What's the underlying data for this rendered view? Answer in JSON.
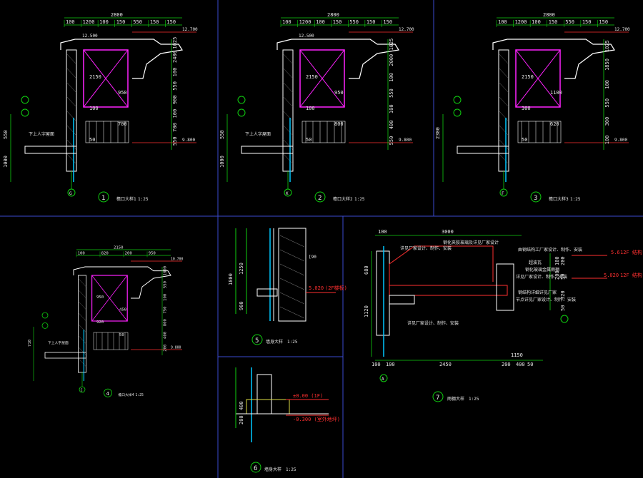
{
  "colors": {
    "background": "#000000",
    "frame": "#3a4ad0",
    "wall": "#ffffff",
    "window": "#ff22ff",
    "dim": "#10d010",
    "level": "#ff3030",
    "glass": "#00c8ff",
    "detail": "#dddd44"
  },
  "details": [
    {
      "no": "1",
      "caption": "檐口大样1",
      "scale": "1:25",
      "axis": "G",
      "top_dims": [
        "100",
        "1200",
        "100",
        "150",
        "550",
        "150",
        "150"
      ],
      "overall": "2800",
      "levels": [
        "12.700",
        "9.800",
        "12.500"
      ],
      "inner": [
        "2150",
        "950",
        "100",
        "700",
        "50"
      ],
      "right_dims": [
        "1025",
        "2400",
        "100",
        "550",
        "900",
        "100",
        "700",
        "550"
      ],
      "left_dims": [
        "550",
        "1000"
      ],
      "note": "下上人字屋面"
    },
    {
      "no": "2",
      "caption": "檐口大样2",
      "scale": "1:25",
      "axis": "K",
      "top_dims": [
        "100",
        "1200",
        "100",
        "150",
        "550",
        "150",
        "150"
      ],
      "overall": "2800",
      "levels": [
        "12.700",
        "9.800",
        "12.500"
      ],
      "inner": [
        "2150",
        "950",
        "100",
        "800",
        "50"
      ],
      "right_dims": [
        "1025",
        "2000",
        "100",
        "550",
        "100",
        "400",
        "550"
      ],
      "left_dims": [
        "550",
        "1000"
      ],
      "note": "下上人字屋面"
    },
    {
      "no": "3",
      "caption": "檐口大样3",
      "scale": "1:25",
      "axis": "F",
      "top_dims": [
        "100",
        "1200",
        "100",
        "150",
        "550",
        "150",
        "150"
      ],
      "overall": "2800",
      "levels": [
        "12.700",
        "9.800"
      ],
      "inner": [
        "2150",
        "1100",
        "300",
        "620",
        "50"
      ],
      "right_dims": [
        "1025",
        "1850",
        "100",
        "550",
        "300",
        "100"
      ],
      "left_dims": [
        "2300"
      ],
      "note": ""
    },
    {
      "no": "4",
      "caption": "檐口大样4",
      "scale": "1:25",
      "axis": "C",
      "top_dims": [
        "100",
        "820",
        "200",
        "950"
      ],
      "overall": "2150",
      "levels": [
        "10.700",
        "9.800"
      ],
      "inner": [
        "950",
        "450",
        "920",
        "50"
      ],
      "right_dims": [
        "1000",
        "550",
        "100",
        "750",
        "800",
        "400",
        "200"
      ],
      "left_dims": [
        "710"
      ],
      "note": "下上人字屋面"
    },
    {
      "no": "5",
      "caption": "墙身大样",
      "scale": "1:25",
      "dims": [
        "1250",
        "900",
        "1800"
      ],
      "level": "5.020",
      "level_note": "(2F楼板)",
      "note": "[90"
    },
    {
      "no": "6",
      "caption": "墙身大样",
      "scale": "1:25",
      "levels": [
        "±0.00 (1F)",
        "-0.300 (室外地坪)"
      ],
      "dims": [
        "400",
        "200"
      ]
    },
    {
      "no": "7",
      "caption": "雨棚大样",
      "scale": "1:25",
      "axis": "A",
      "top_dims": [
        "100",
        "3000"
      ],
      "bottom_dims": [
        "100",
        "100",
        "2450",
        "200",
        "400",
        "50"
      ],
      "overall_bottom": "1150",
      "left_dims": [
        "680",
        "1120"
      ],
      "right_dims": [
        "100",
        "200",
        "200",
        "50",
        "320",
        "50"
      ],
      "levels": [
        "5.6",
        "5.020"
      ],
      "level_notes": [
        "12F 结构",
        "12F 结构"
      ],
      "notes": [
        "详见厂家设计、制作、安装",
        "钢化夹胶玻璃及详见厂家设计",
        "由钢结构工厂家设计、制作、安装",
        "超波瓦",
        "钢化玻璃金属雨棚",
        "详见厂家设计、制作、安装",
        "钢结构详细详见厂家",
        "节点详见厂家设计、制作、安装"
      ]
    }
  ]
}
